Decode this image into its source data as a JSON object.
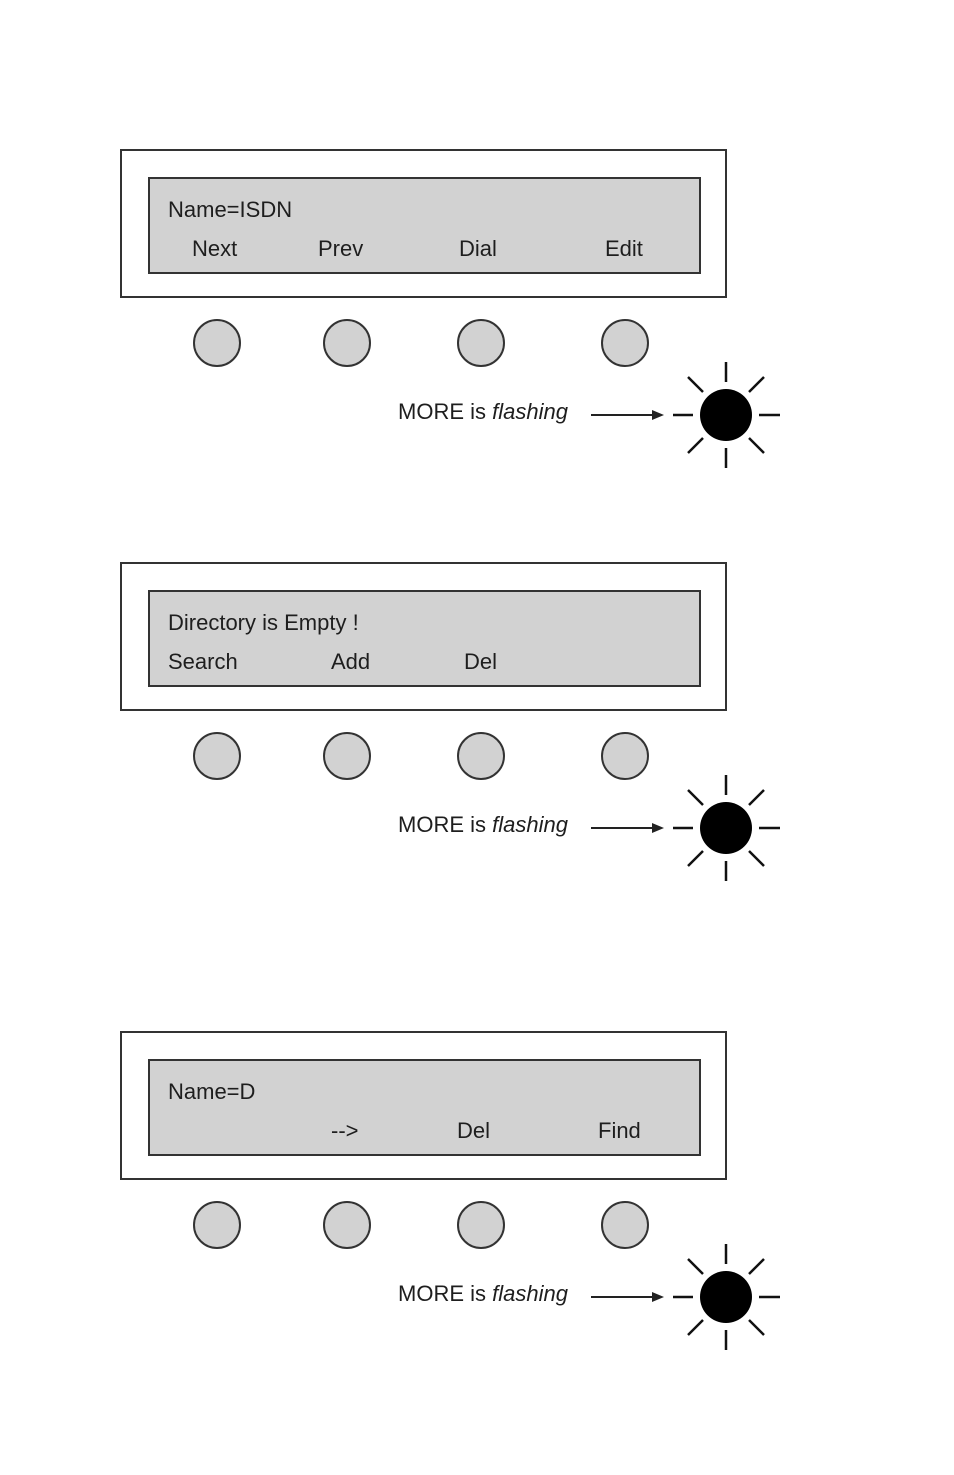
{
  "panels": [
    {
      "line1": "Name=ISDN",
      "softkeys": [
        "Next",
        "Prev",
        "Dial",
        "Edit"
      ],
      "note_plain": "MORE is",
      "note_italic": "flashing"
    },
    {
      "line1": "Directory is Empty !",
      "softkeys": [
        "Search",
        "Add",
        "Del",
        ""
      ],
      "note_plain": "MORE is",
      "note_italic": "flashing"
    },
    {
      "line1": "Name=D",
      "softkeys": [
        "",
        "-->",
        "Del",
        "Find"
      ],
      "note_plain": "MORE is",
      "note_italic": "flashing"
    }
  ],
  "colors": {
    "lcd_background": "#d2d2d2",
    "button_fill": "#d2d2d2",
    "indicator": "#000000"
  },
  "icons": [
    "softkey-button",
    "more-indicator-icon",
    "arrow-icon"
  ]
}
